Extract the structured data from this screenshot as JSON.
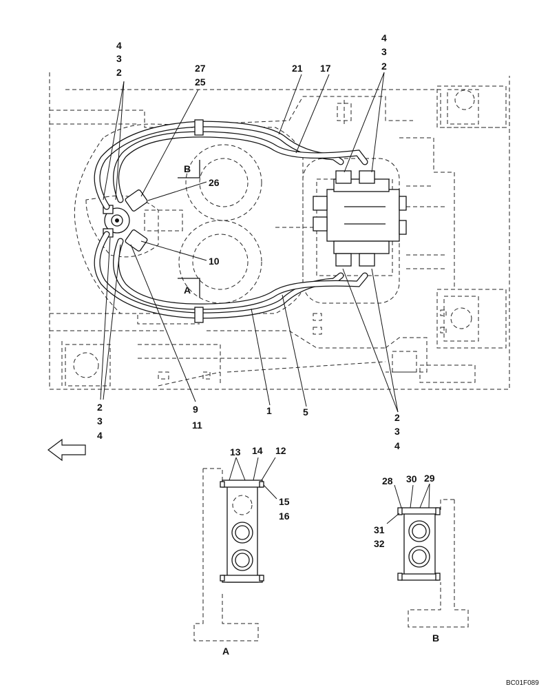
{
  "labels": {
    "top_left_stack": [
      "4",
      "3",
      "2"
    ],
    "top_right_stack": [
      "4",
      "3",
      "2"
    ],
    "l27": "27",
    "l25": "25",
    "l21": "21",
    "l17": "17",
    "l26": "26",
    "l10": "10",
    "bottom_left_stack": [
      "2",
      "3",
      "4"
    ],
    "l9": "9",
    "l11": "11",
    "l1": "1",
    "l5": "5",
    "bottom_right_stack": [
      "2",
      "3",
      "4"
    ],
    "l13": "13",
    "l14": "14",
    "l12": "12",
    "l15": "15",
    "l16": "16",
    "l28": "28",
    "l30": "30",
    "l29": "29",
    "l31": "31",
    "l32": "32"
  },
  "section_marks": {
    "b": "B",
    "a": "A"
  },
  "views": {
    "a_title": "A",
    "b_title": "B"
  },
  "drawing_ref": "BC01F089",
  "icons": {
    "direction": "left-arrow-icon"
  }
}
